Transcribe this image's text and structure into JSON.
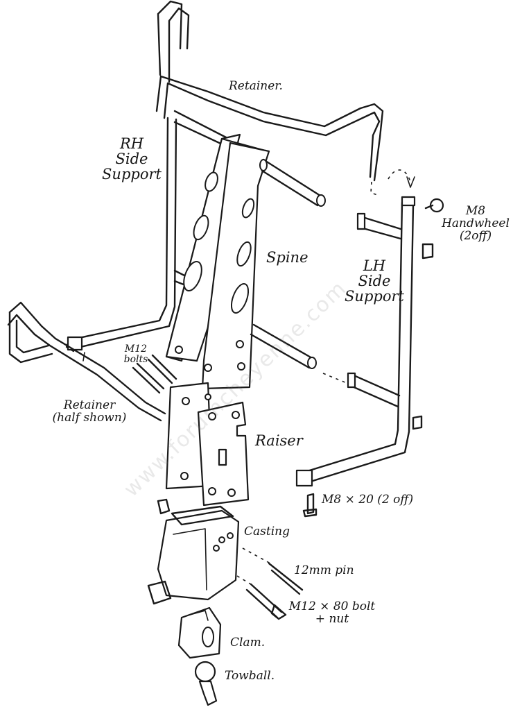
{
  "labels": {
    "retainer_top": "Retainer.",
    "rh_side_support": [
      "RH",
      "Side",
      "Support"
    ],
    "spine": "Spine",
    "lh_side_support": [
      "LH",
      "Side",
      "Support"
    ],
    "m8_handwheel": [
      "M8",
      "Handwheel",
      "(2off)"
    ],
    "m12_bolts": [
      "M12",
      "bolts"
    ],
    "retainer_half": [
      "Retainer",
      "(half shown)"
    ],
    "raiser": "Raiser",
    "m8x20": "M8 × 20 (2 off)",
    "casting": "Casting",
    "pin": "12mm pin",
    "m12x80": [
      "M12 × 80 bolt",
      "+ nut"
    ],
    "clam": "Clam.",
    "towball": "Towball."
  },
  "watermark": "www.forumcheyenne.com"
}
